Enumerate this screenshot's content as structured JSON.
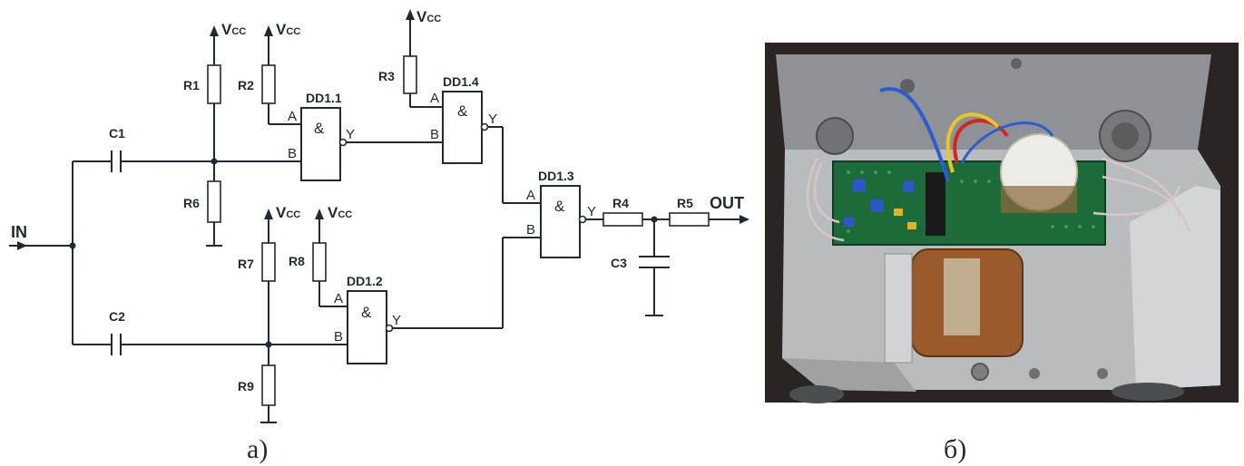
{
  "captions": {
    "schematic": "а)",
    "photo": "б)"
  },
  "signals": {
    "input": "IN",
    "output": "OUT"
  },
  "supply": {
    "main": "V",
    "sub": "CC"
  },
  "resistors": [
    "R1",
    "R2",
    "R3",
    "R4",
    "R5",
    "R6",
    "R7",
    "R8",
    "R9"
  ],
  "capacitors": [
    "C1",
    "C2",
    "C3"
  ],
  "gates": {
    "dd1_1": "DD1.1",
    "dd1_2": "DD1.2",
    "dd1_3": "DD1.3",
    "dd1_4": "DD1.4",
    "symbol": "&"
  },
  "pins": {
    "a": "A",
    "b": "B",
    "y": "Y"
  },
  "colors": {
    "ink": "#1f2a33",
    "pcb": "#1e6b3a",
    "chassis": "#b9bcbf",
    "coil": "#9a5a2c"
  }
}
